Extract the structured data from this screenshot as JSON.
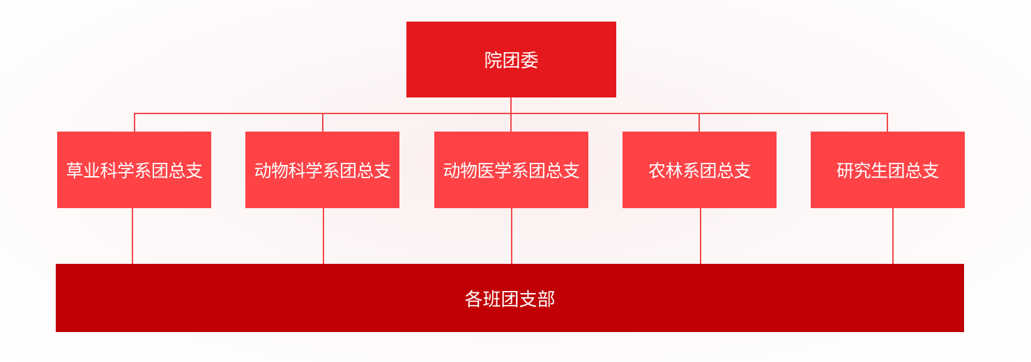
{
  "root": {
    "label": "院团委"
  },
  "branches": [
    {
      "label": "草业科学系团总支"
    },
    {
      "label": "动物科学系团总支"
    },
    {
      "label": "动物医学系团总支"
    },
    {
      "label": "农林系团总支"
    },
    {
      "label": "研究生团总支"
    }
  ],
  "base": {
    "label": "各班团支部"
  },
  "colors": {
    "root_fill": "#e5181d",
    "branch_fill": "#fe4246",
    "base_fill": "#c00005",
    "connector": "#f0484b",
    "text": "#ffffff"
  }
}
